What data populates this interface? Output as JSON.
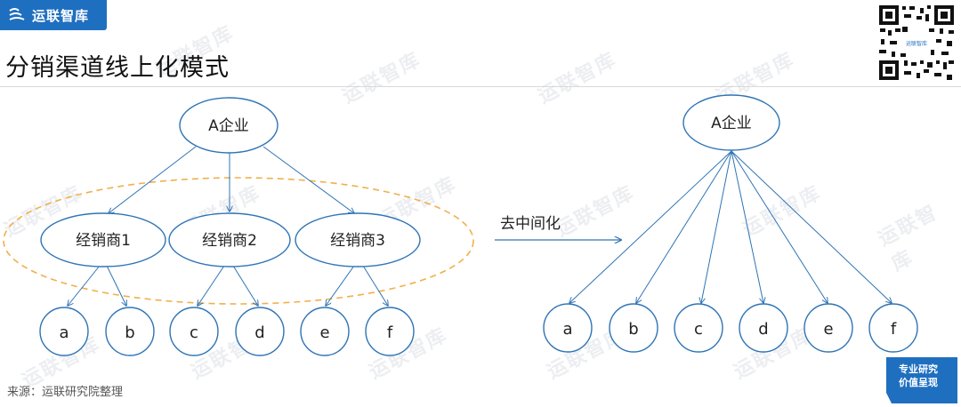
{
  "header": {
    "brand": "运联智库",
    "title": "分销渠道线上化模式"
  },
  "qr_code": {
    "caption": "运联智库"
  },
  "diagram": {
    "left": {
      "root": "A企业",
      "distributors": [
        "经销商1",
        "经销商2",
        "经销商3"
      ],
      "leaves": [
        "a",
        "b",
        "c",
        "d",
        "e",
        "f"
      ]
    },
    "transition_label": "去中间化",
    "right": {
      "root": "A企业",
      "leaves": [
        "a",
        "b",
        "c",
        "d",
        "e",
        "f"
      ]
    },
    "colors": {
      "node_stroke": "#2e74b5",
      "edge": "#2e74b5",
      "highlight_ellipse": "#f0b04a"
    }
  },
  "footer": {
    "source": "来源：运联研究院整理",
    "badge_line1": "专业研究",
    "badge_line2": "价值呈现"
  }
}
